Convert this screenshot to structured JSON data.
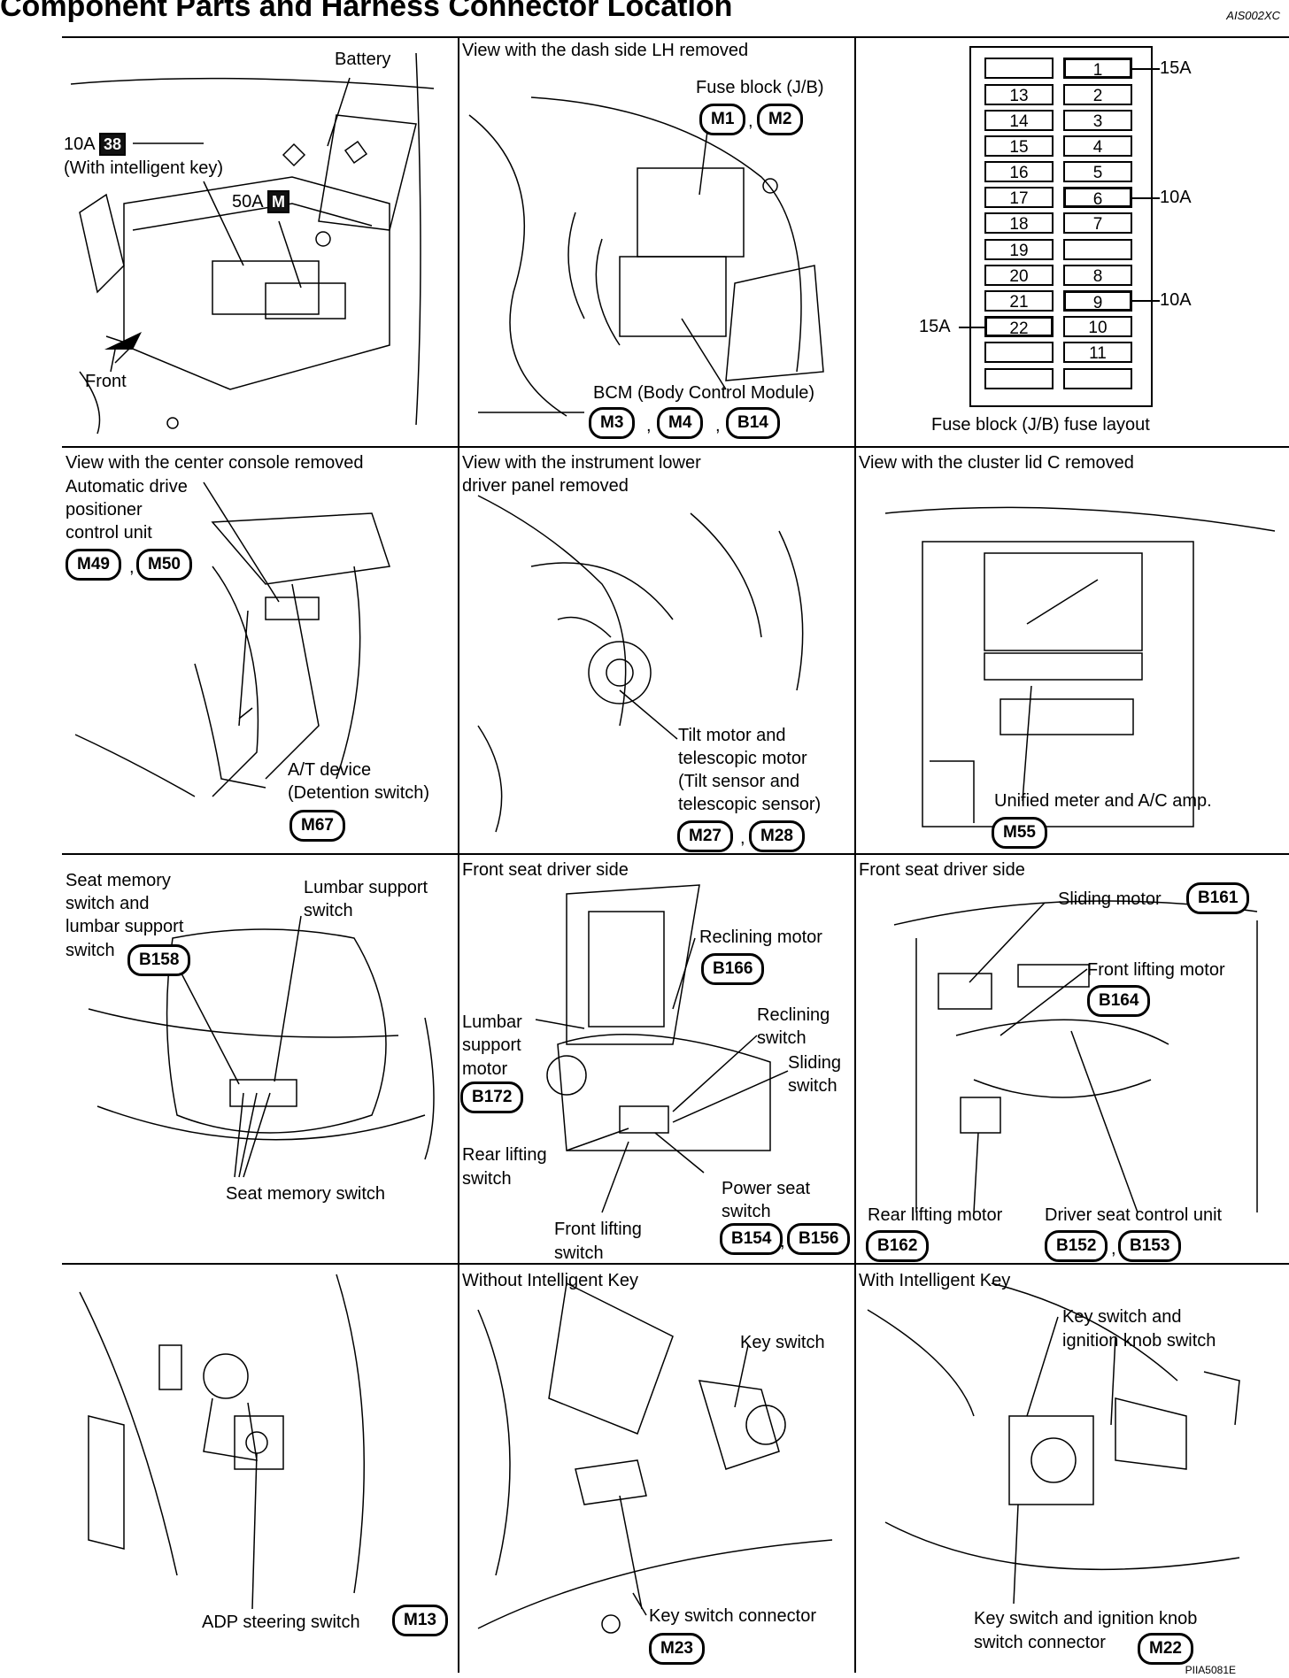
{
  "header": {
    "title": "Component Parts and Harness Connector Location",
    "code": "AIS002XC",
    "figure_code": "PIIA5081E"
  },
  "panels": {
    "p1": {
      "battery": "Battery",
      "fuse10a": "10A",
      "fuse10a_num": "38",
      "intelligent": "(With intelligent key)",
      "fuse50a": "50A",
      "fuse50a_letter": "M",
      "front": "Front"
    },
    "p2": {
      "title": "View with the dash side LH removed",
      "fuse_block": "Fuse block (J/B)",
      "conn_a": "M1",
      "conn_b": "M2",
      "bcm": "BCM (Body Control Module)",
      "conn_c": "M3",
      "conn_d": "M4",
      "conn_e": "B14"
    },
    "p3": {
      "caption": "Fuse block (J/B) fuse layout",
      "amp15a_top": "15A",
      "amp10a_6": "10A",
      "amp10a_9": "10A",
      "amp15a_22": "15A",
      "left_col": [
        "",
        "13",
        "14",
        "15",
        "16",
        "17",
        "18",
        "19",
        "20",
        "21",
        "22",
        "",
        ""
      ],
      "right_col": [
        "1",
        "2",
        "3",
        "4",
        "5",
        "6",
        "7",
        "",
        "8",
        "9",
        "10",
        "11",
        ""
      ]
    },
    "p4": {
      "title": "View with the center console removed",
      "adp_1": "Automatic drive",
      "adp_2": "positioner",
      "adp_3": "control unit",
      "conn_a": "M49",
      "conn_b": "M50",
      "at_1": "A/T device",
      "at_2": "(Detention switch)",
      "conn_c": "M67"
    },
    "p5": {
      "title_1": "View with the instrument lower",
      "title_2": "driver panel removed",
      "tilt_1": "Tilt motor and",
      "tilt_2": "telescopic motor",
      "tilt_3": "(Tilt sensor and",
      "tilt_4": "telescopic sensor)",
      "conn_a": "M27",
      "conn_b": "M28"
    },
    "p6": {
      "title": "View with the cluster lid C removed",
      "meter": "Unified meter and A/C amp.",
      "conn_a": "M55"
    },
    "p7": {
      "seat_1": "Seat memory",
      "seat_2": "switch and",
      "seat_3": "lumbar support",
      "seat_4": "switch",
      "conn_a": "B158",
      "lumbar_1": "Lumbar support",
      "lumbar_2": "switch",
      "memory": "Seat memory switch"
    },
    "p8": {
      "title": "Front seat driver side",
      "recl_motor": "Reclining motor",
      "conn_a": "B166",
      "lumbar_1": "Lumbar",
      "lumbar_2": "support",
      "lumbar_3": "motor",
      "conn_b": "B172",
      "recl_sw_1": "Reclining",
      "recl_sw_2": "switch",
      "slide_1": "Sliding",
      "slide_2": "switch",
      "rear_1": "Rear lifting",
      "rear_2": "switch",
      "power_1": "Power seat",
      "power_2": "switch",
      "front_1": "Front lifting",
      "front_2": "switch",
      "conn_c": "B154",
      "conn_d": "B156"
    },
    "p9": {
      "title": "Front seat driver side",
      "sliding": "Sliding motor",
      "conn_a": "B161",
      "front_lift": "Front lifting motor",
      "conn_b": "B164",
      "rear_lift": "Rear lifting motor",
      "conn_c": "B162",
      "dscu": "Driver seat control unit",
      "conn_d": "B152",
      "conn_e": "B153"
    },
    "p10": {
      "adp": "ADP steering switch",
      "conn_a": "M13"
    },
    "p11": {
      "title": "Without Intelligent Key",
      "key": "Key switch",
      "key_conn": "Key switch connector",
      "conn_a": "M23"
    },
    "p12": {
      "title": "With Intelligent Key",
      "ks_1": "Key switch and",
      "ks_2": "ignition knob switch",
      "ksc_1": "Key switch and ignition knob",
      "ksc_2": "switch connector",
      "conn_a": "M22"
    }
  }
}
